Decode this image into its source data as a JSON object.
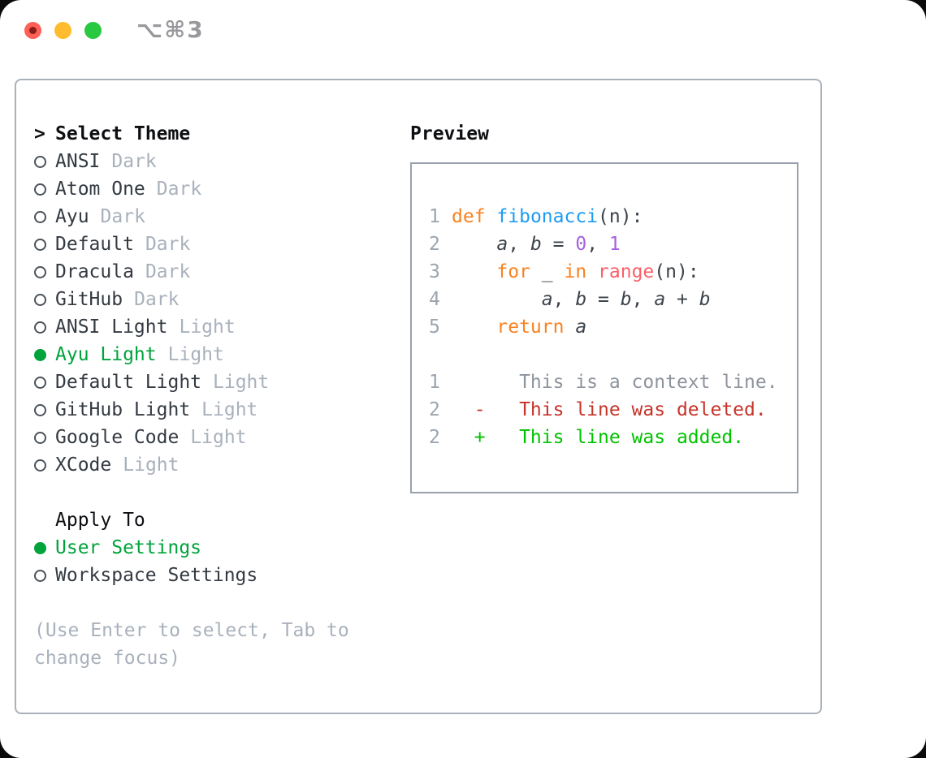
{
  "window": {
    "titlebar_shortcut": "⌥⌘3"
  },
  "theme_panel": {
    "title_prefix": ">",
    "title": "Select Theme",
    "themes": [
      {
        "name": "ANSI",
        "variant": "Dark",
        "selected": false
      },
      {
        "name": "Atom One",
        "variant": "Dark",
        "selected": false
      },
      {
        "name": "Ayu",
        "variant": "Dark",
        "selected": false
      },
      {
        "name": "Default",
        "variant": "Dark",
        "selected": false
      },
      {
        "name": "Dracula",
        "variant": "Dark",
        "selected": false
      },
      {
        "name": "GitHub",
        "variant": "Dark",
        "selected": false
      },
      {
        "name": "ANSI Light",
        "variant": "Light",
        "selected": false
      },
      {
        "name": "Ayu Light",
        "variant": "Light",
        "selected": true
      },
      {
        "name": "Default Light",
        "variant": "Light",
        "selected": false
      },
      {
        "name": "GitHub Light",
        "variant": "Light",
        "selected": false
      },
      {
        "name": "Google Code",
        "variant": "Light",
        "selected": false
      },
      {
        "name": "XCode",
        "variant": "Light",
        "selected": false
      }
    ],
    "apply_to": {
      "title": "Apply To",
      "options": [
        {
          "label": "User Settings",
          "selected": true
        },
        {
          "label": "Workspace Settings",
          "selected": false
        }
      ]
    },
    "hint_line1": "(Use Enter to select, Tab to",
    "hint_line2": "change focus)"
  },
  "preview": {
    "title": "Preview",
    "code_lines": [
      {
        "num": "1",
        "tokens": [
          {
            "c": "kw",
            "t": "def"
          },
          {
            "c": "pl",
            "t": " "
          },
          {
            "c": "fn",
            "t": "fibonacci"
          },
          {
            "c": "pl",
            "t": "(n):"
          }
        ]
      },
      {
        "num": "2",
        "tokens": [
          {
            "c": "pl",
            "t": "    "
          },
          {
            "c": "var",
            "t": "a"
          },
          {
            "c": "pl",
            "t": ", "
          },
          {
            "c": "var",
            "t": "b"
          },
          {
            "c": "pl",
            "t": " = "
          },
          {
            "c": "lit",
            "t": "0"
          },
          {
            "c": "pl",
            "t": ", "
          },
          {
            "c": "lit",
            "t": "1"
          }
        ]
      },
      {
        "num": "3",
        "tokens": [
          {
            "c": "pl",
            "t": "    "
          },
          {
            "c": "kw",
            "t": "for"
          },
          {
            "c": "pl",
            "t": " _ "
          },
          {
            "c": "kw",
            "t": "in"
          },
          {
            "c": "pl",
            "t": " "
          },
          {
            "c": "rng",
            "t": "range"
          },
          {
            "c": "pl",
            "t": "(n):"
          }
        ]
      },
      {
        "num": "4",
        "tokens": [
          {
            "c": "pl",
            "t": "        "
          },
          {
            "c": "var",
            "t": "a"
          },
          {
            "c": "pl",
            "t": ", "
          },
          {
            "c": "var",
            "t": "b"
          },
          {
            "c": "pl",
            "t": " = "
          },
          {
            "c": "var",
            "t": "b"
          },
          {
            "c": "pl",
            "t": ", "
          },
          {
            "c": "var",
            "t": "a"
          },
          {
            "c": "pl",
            "t": " + "
          },
          {
            "c": "var",
            "t": "b"
          }
        ]
      },
      {
        "num": "5",
        "tokens": [
          {
            "c": "pl",
            "t": "    "
          },
          {
            "c": "kw",
            "t": "return"
          },
          {
            "c": "pl",
            "t": " "
          },
          {
            "c": "var",
            "t": "a"
          }
        ]
      },
      {
        "num": "",
        "tokens": []
      },
      {
        "num": "1",
        "tokens": [
          {
            "c": "ctx",
            "t": "      This is a context line."
          }
        ]
      },
      {
        "num": "2",
        "tokens": [
          {
            "c": "del",
            "t": "  -   This line was deleted."
          }
        ]
      },
      {
        "num": "2",
        "tokens": [
          {
            "c": "add",
            "t": "  +   This line was added."
          }
        ]
      }
    ]
  },
  "colors": {
    "traffic_red": "#ff5f57",
    "traffic_yellow": "#febc2e",
    "traffic_green": "#28c840",
    "titlebar_text": "#98989d",
    "panel_border": "#a9b1ba",
    "preview_border": "#99a2ac",
    "title_text": "#0d0f12",
    "item_text": "#343a42",
    "muted_text": "#a9b1bc",
    "radio_border": "#4b525a",
    "selected_green": "#00a33c",
    "linenum": "#9ca4ae",
    "code_plain": "#3c434b",
    "keyword_orange": "#f8821f",
    "function_blue": "#1e9cf0",
    "literal_purple": "#a561dd",
    "builtin_pink": "#f96069",
    "context_gray": "#8e949d",
    "deleted_red": "#c6342a",
    "added_green": "#00c300"
  }
}
